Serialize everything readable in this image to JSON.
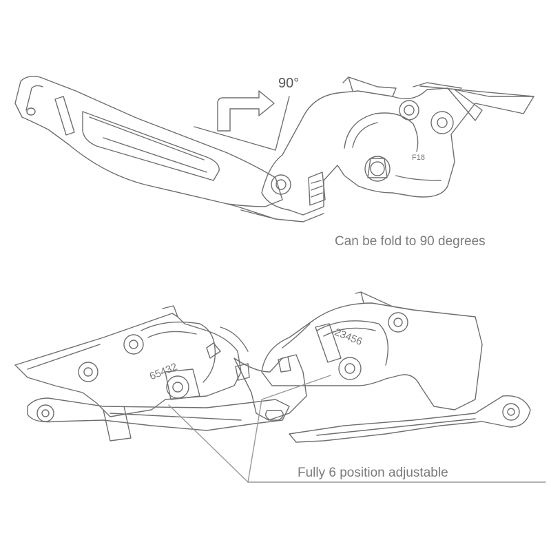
{
  "fold_angle_label": "90°",
  "caption_fold": "Can be fold to 90 degrees",
  "caption_adjust": "Fully 6 position adjustable",
  "model_mark": "F18",
  "left_lever_scale": "65432",
  "right_lever_scale": "23456",
  "colors": {
    "background": "#ffffff",
    "line": "#6e6e6e",
    "caption": "#7a7a7a"
  }
}
